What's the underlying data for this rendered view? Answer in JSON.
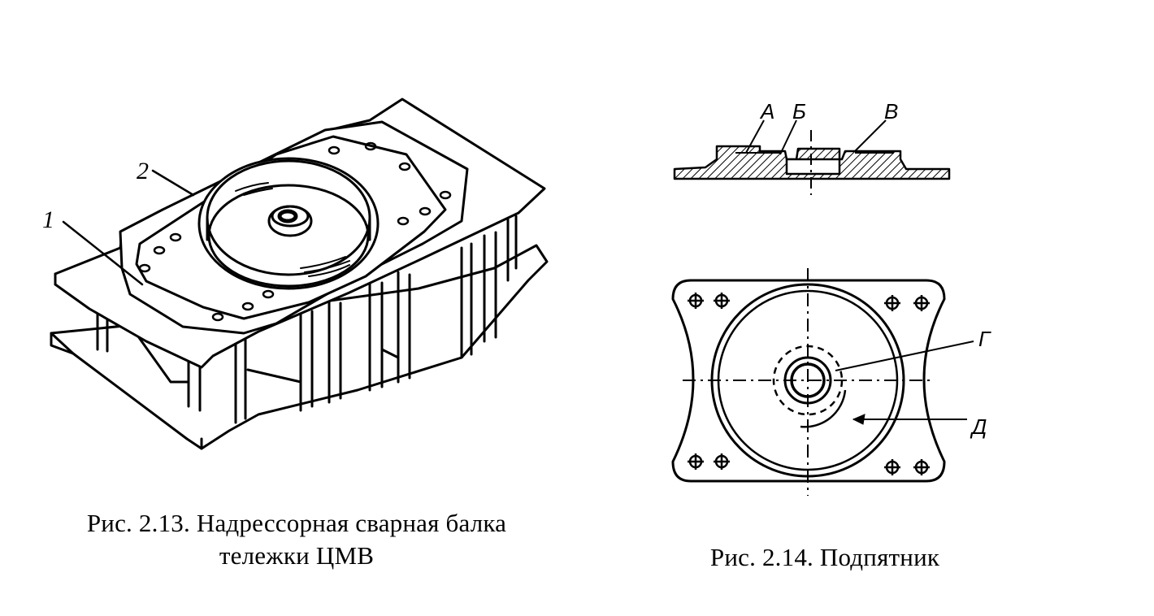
{
  "figure_left": {
    "labels": {
      "part_1": "1",
      "part_2": "2"
    },
    "caption": {
      "line1": "Рис. 2.13. Надрессорная сварная балка",
      "line2": "тележки ЦМВ"
    }
  },
  "figure_right": {
    "labels": {
      "a": "А",
      "b": "Б",
      "v": "В",
      "g": "Г",
      "d": "Д"
    },
    "caption": "Рис. 2.14. Подпятник"
  }
}
